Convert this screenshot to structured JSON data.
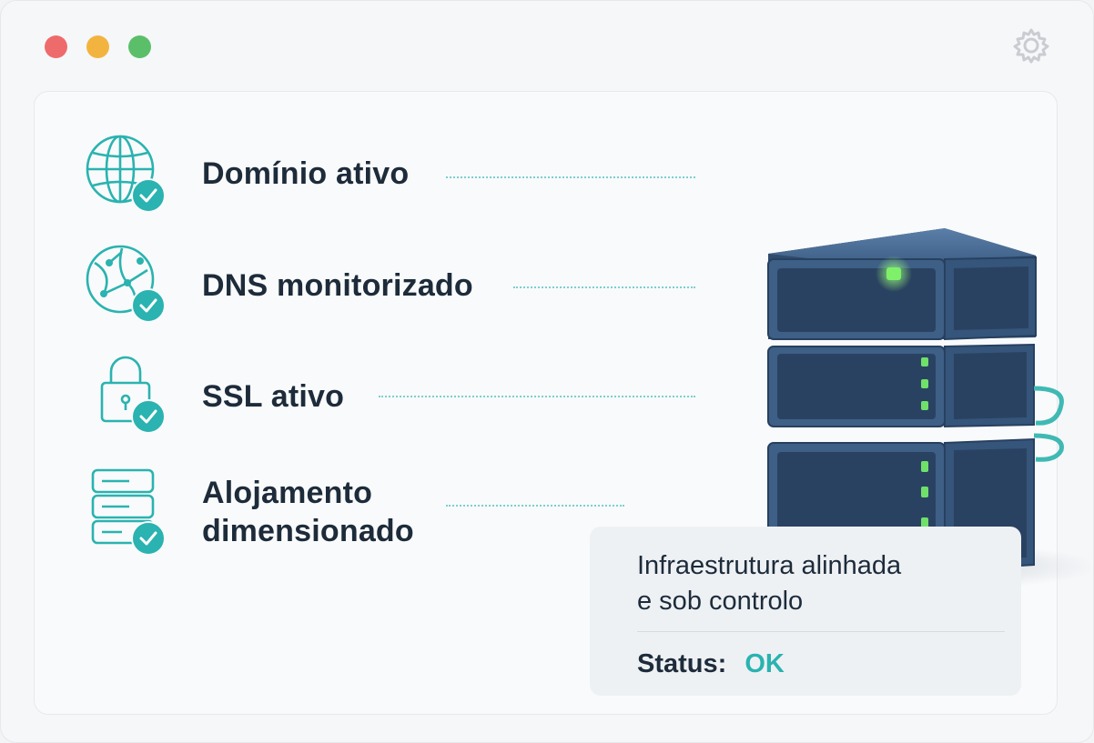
{
  "window": {
    "controls": {
      "close_color": "#ee6b6b",
      "minimize_color": "#f3b43f",
      "maximize_color": "#5bbf6a"
    },
    "settings_icon": "gear-icon"
  },
  "features": [
    {
      "label": "Domínio ativo",
      "icon": "globe-icon"
    },
    {
      "label": "DNS monitorizado",
      "icon": "network-globe-icon"
    },
    {
      "label": "SSL ativo",
      "icon": "padlock-icon"
    },
    {
      "label_line1": "Alojamento",
      "label_line2": "dimensionado",
      "icon": "server-stack-icon"
    }
  ],
  "badge_icon": "check-circle-icon",
  "illustration": "server-rack-icon",
  "status_card": {
    "text_line1": "Infraestrutura alinhada",
    "text_line2": "e sob controlo",
    "status_label": "Status:",
    "status_value": "OK"
  },
  "colors": {
    "accent": "#2ab3b0",
    "text": "#1d2b3a",
    "server_body": "#3e5f86",
    "led": "#7ef06a"
  }
}
